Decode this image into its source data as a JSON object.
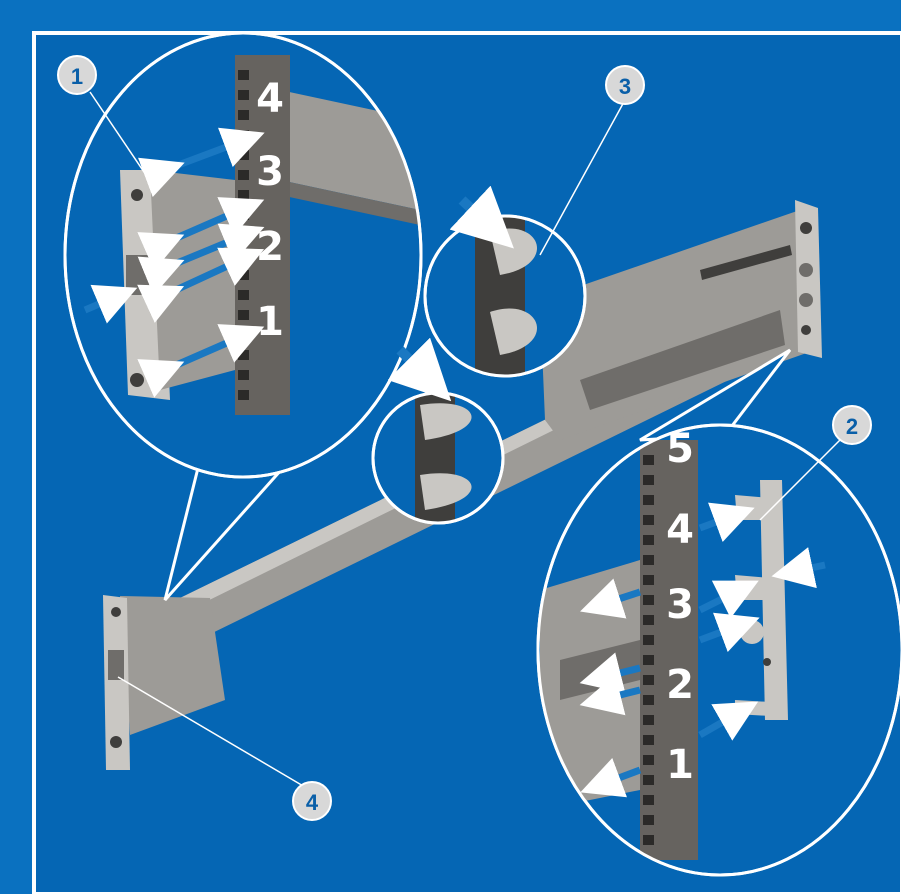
{
  "colors": {
    "frame": "#0a71c0",
    "background": "#0566b4",
    "panel_border": "#ffffff",
    "metal_light": "#c9c7c3",
    "metal_mid": "#9d9b97",
    "metal_dark": "#6f6d6a",
    "metal_deep": "#3f3e3c",
    "rack_post": "#66635f",
    "arrow": "#1a78c2",
    "callout_fill": "#d8d8d8",
    "callout_text": "#0a5fa8"
  },
  "callouts": [
    {
      "id": "c1",
      "label": "1"
    },
    {
      "id": "c2",
      "label": "2"
    },
    {
      "id": "c3",
      "label": "3"
    },
    {
      "id": "c4",
      "label": "4"
    }
  ],
  "rack_left": {
    "units": [
      "4",
      "3",
      "2",
      "1"
    ]
  },
  "rack_right": {
    "units": [
      "5",
      "4",
      "3",
      "2",
      "1"
    ]
  }
}
